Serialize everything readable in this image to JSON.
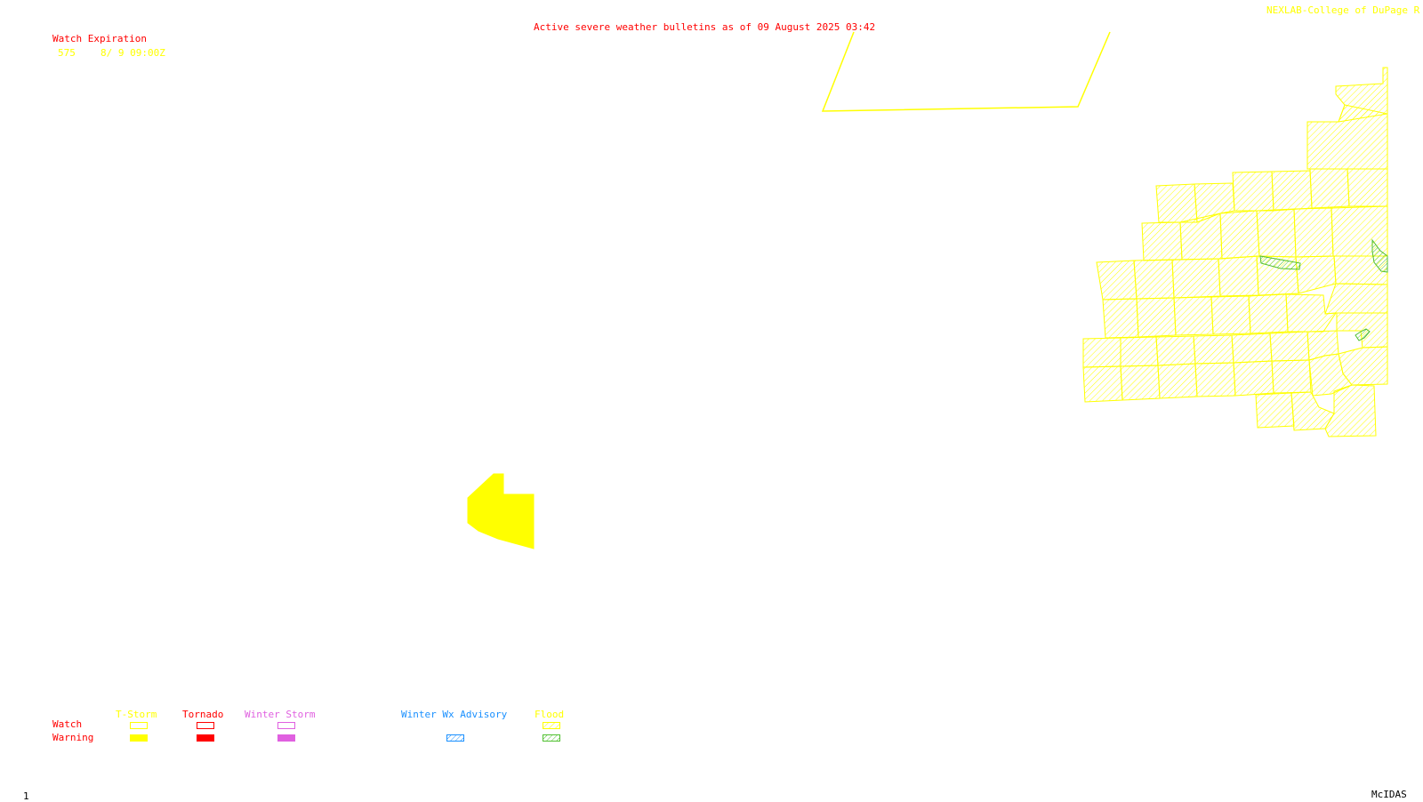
{
  "header": {
    "title": "Active severe weather bulletins as of 09 August 2025 03:42",
    "credit": "NEXLAB-College of DuPage R"
  },
  "watch_expiration": {
    "label": "Watch Expiration",
    "entries": [
      {
        "number": "575",
        "expires": "8/ 9 09:00Z"
      }
    ]
  },
  "legend": {
    "row_labels": {
      "watch": "Watch",
      "warning": "Warning"
    },
    "categories": [
      {
        "id": "tstorm",
        "label": "T-Storm",
        "color": "#ffff00",
        "watch_style": "outline",
        "warning_style": "solid"
      },
      {
        "id": "tornado",
        "label": "Tornado",
        "color": "#ff0000",
        "watch_style": "outline",
        "warning_style": "solid"
      },
      {
        "id": "winter_storm",
        "label": "Winter Storm",
        "color": "#e060e0",
        "watch_style": "outline",
        "warning_style": "solid"
      },
      {
        "id": "winter_wx_advisory",
        "label": "Winter Wx Advisory",
        "color": "#1a90ff",
        "warning_style": "hatched"
      },
      {
        "id": "flood",
        "label": "Flood",
        "color": "#ffff00",
        "warning_color": "#50c030",
        "watch_style": "hatched",
        "warning_style": "hatched"
      }
    ]
  },
  "footer": {
    "frame": "1",
    "software": "McIDAS"
  },
  "map_features": {
    "watch_outline": {
      "type": "T-Storm Watch",
      "number": "575",
      "color": "#ffff00"
    },
    "warning_polygon": {
      "type": "T-Storm Warning",
      "color": "#ffff00"
    },
    "flood_watch_counties": {
      "color": "#ffff00"
    },
    "flood_warnings": {
      "color": "#50c030"
    }
  }
}
